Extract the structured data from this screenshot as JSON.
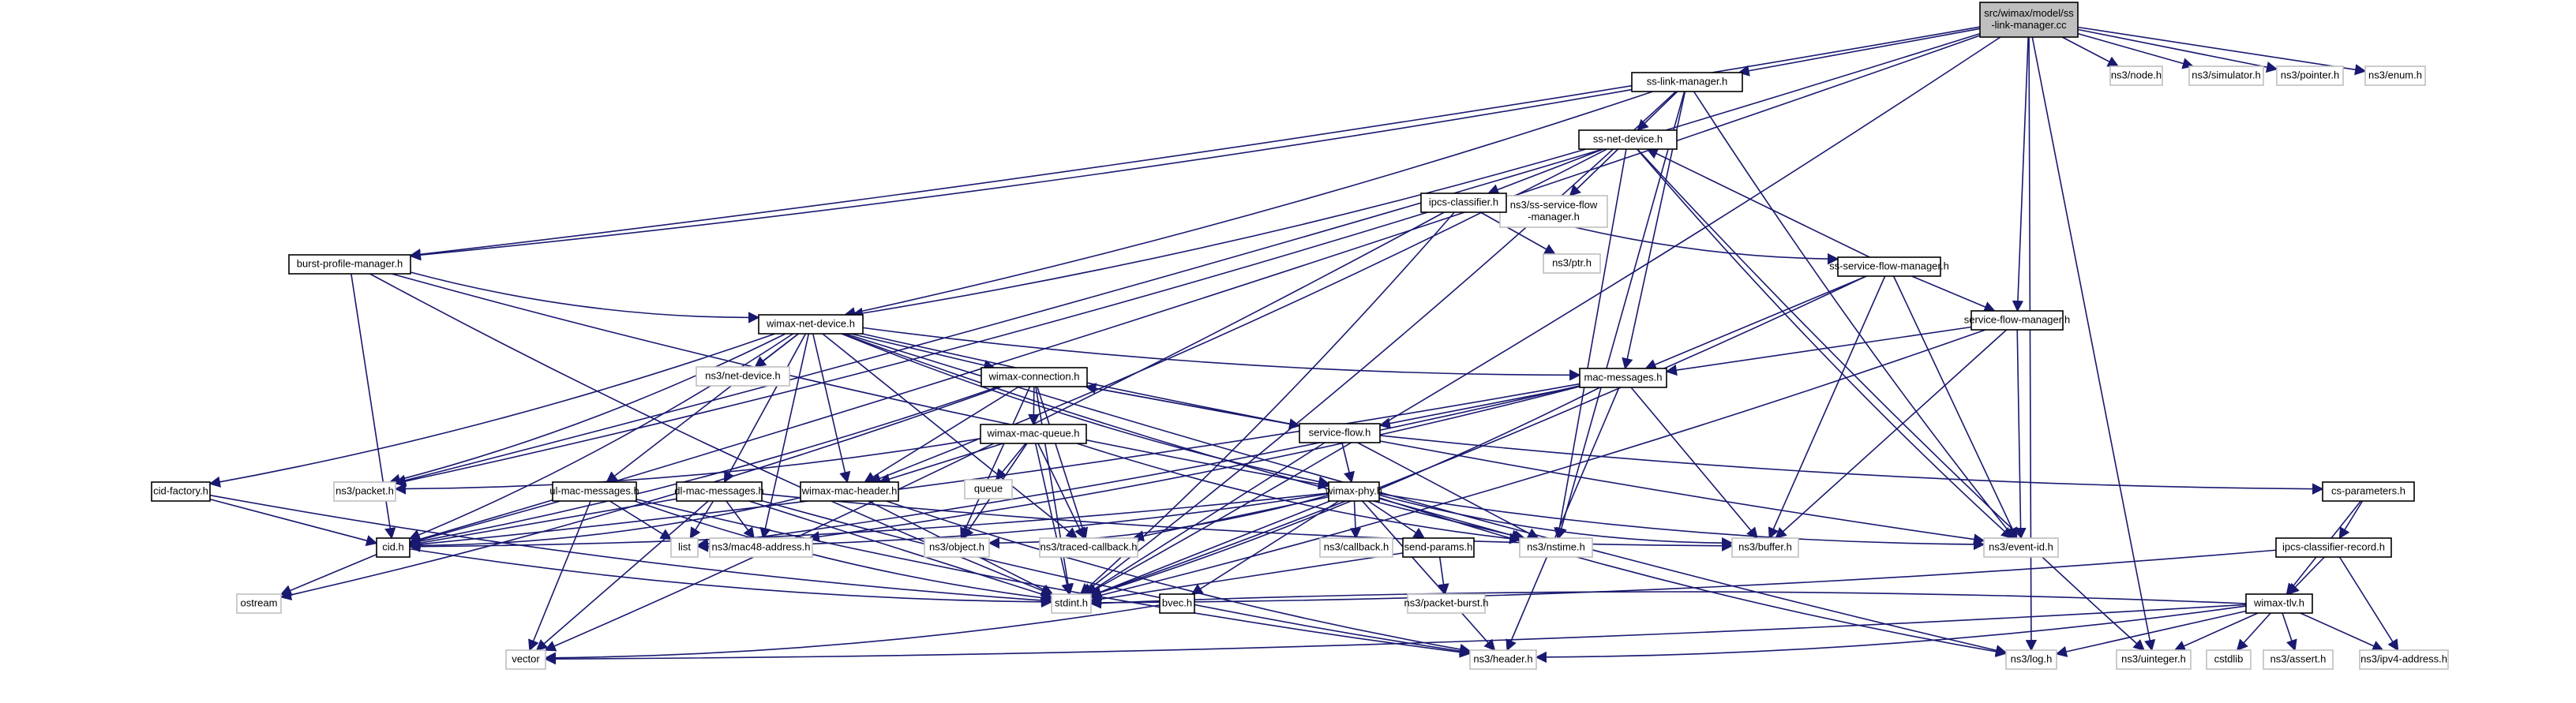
{
  "diagram": {
    "title": "Include dependency graph for ss-link-manager.cc",
    "colors": {
      "edge": "#191970",
      "root_fill": "#bfbfbf",
      "local_border": "#000000",
      "external_border": "#bfbfbf"
    },
    "nodes": [
      {
        "id": "root",
        "label": [
          "src/wimax/model/ss",
          "-link-manager.cc"
        ],
        "kind": "root"
      },
      {
        "id": "ss-link-manager",
        "label": [
          "ss-link-manager.h"
        ],
        "kind": "local"
      },
      {
        "id": "node",
        "label": [
          "ns3/node.h"
        ],
        "kind": "external"
      },
      {
        "id": "simulator",
        "label": [
          "ns3/simulator.h"
        ],
        "kind": "external"
      },
      {
        "id": "pointer",
        "label": [
          "ns3/pointer.h"
        ],
        "kind": "external"
      },
      {
        "id": "enum",
        "label": [
          "ns3/enum.h"
        ],
        "kind": "external"
      },
      {
        "id": "ss-net-device",
        "label": [
          "ss-net-device.h"
        ],
        "kind": "local"
      },
      {
        "id": "ns3-ssfm",
        "label": [
          "ns3/ss-service-flow",
          "-manager.h"
        ],
        "kind": "external"
      },
      {
        "id": "ipcs-classifier",
        "label": [
          "ipcs-classifier.h"
        ],
        "kind": "local"
      },
      {
        "id": "ptr",
        "label": [
          "ns3/ptr.h"
        ],
        "kind": "external"
      },
      {
        "id": "ss-service-flow-manager",
        "label": [
          "ss-service-flow-manager.h"
        ],
        "kind": "local"
      },
      {
        "id": "burst-profile-manager",
        "label": [
          "burst-profile-manager.h"
        ],
        "kind": "local"
      },
      {
        "id": "service-flow-manager",
        "label": [
          "service-flow-manager.h"
        ],
        "kind": "local"
      },
      {
        "id": "wimax-net-device",
        "label": [
          "wimax-net-device.h"
        ],
        "kind": "local"
      },
      {
        "id": "net-device",
        "label": [
          "ns3/net-device.h"
        ],
        "kind": "external"
      },
      {
        "id": "mac-messages",
        "label": [
          "mac-messages.h"
        ],
        "kind": "local"
      },
      {
        "id": "wimax-connection",
        "label": [
          "wimax-connection.h"
        ],
        "kind": "local"
      },
      {
        "id": "service-flow",
        "label": [
          "service-flow.h"
        ],
        "kind": "local"
      },
      {
        "id": "wimax-mac-queue",
        "label": [
          "wimax-mac-queue.h"
        ],
        "kind": "local"
      },
      {
        "id": "queue",
        "label": [
          "queue"
        ],
        "kind": "external"
      },
      {
        "id": "cid-factory",
        "label": [
          "cid-factory.h"
        ],
        "kind": "local"
      },
      {
        "id": "packet",
        "label": [
          "ns3/packet.h"
        ],
        "kind": "external"
      },
      {
        "id": "ul-mac-messages",
        "label": [
          "ul-mac-messages.h"
        ],
        "kind": "local"
      },
      {
        "id": "dl-mac-messages",
        "label": [
          "dl-mac-messages.h"
        ],
        "kind": "local"
      },
      {
        "id": "wimax-mac-header",
        "label": [
          "wimax-mac-header.h"
        ],
        "kind": "local"
      },
      {
        "id": "wimax-phy",
        "label": [
          "wimax-phy.h"
        ],
        "kind": "local"
      },
      {
        "id": "cs-parameters",
        "label": [
          "cs-parameters.h"
        ],
        "kind": "local"
      },
      {
        "id": "cid",
        "label": [
          "cid.h"
        ],
        "kind": "local"
      },
      {
        "id": "list",
        "label": [
          "list"
        ],
        "kind": "external"
      },
      {
        "id": "mac48",
        "label": [
          "ns3/mac48-address.h"
        ],
        "kind": "external"
      },
      {
        "id": "object",
        "label": [
          "ns3/object.h"
        ],
        "kind": "external"
      },
      {
        "id": "traced-callback",
        "label": [
          "ns3/traced-callback.h"
        ],
        "kind": "external"
      },
      {
        "id": "callback",
        "label": [
          "ns3/callback.h"
        ],
        "kind": "external"
      },
      {
        "id": "send-params",
        "label": [
          "send-params.h"
        ],
        "kind": "local"
      },
      {
        "id": "nstime",
        "label": [
          "ns3/nstime.h"
        ],
        "kind": "external"
      },
      {
        "id": "buffer",
        "label": [
          "ns3/buffer.h"
        ],
        "kind": "external"
      },
      {
        "id": "event-id",
        "label": [
          "ns3/event-id.h"
        ],
        "kind": "external"
      },
      {
        "id": "ipcs-classifier-record",
        "label": [
          "ipcs-classifier-record.h"
        ],
        "kind": "local"
      },
      {
        "id": "ostream",
        "label": [
          "ostream"
        ],
        "kind": "external"
      },
      {
        "id": "stdint",
        "label": [
          "stdint.h"
        ],
        "kind": "external"
      },
      {
        "id": "bvec",
        "label": [
          "bvec.h"
        ],
        "kind": "local"
      },
      {
        "id": "packet-burst",
        "label": [
          "ns3/packet-burst.h"
        ],
        "kind": "external"
      },
      {
        "id": "wimax-tlv",
        "label": [
          "wimax-tlv.h"
        ],
        "kind": "local"
      },
      {
        "id": "vector",
        "label": [
          "vector"
        ],
        "kind": "external"
      },
      {
        "id": "header",
        "label": [
          "ns3/header.h"
        ],
        "kind": "external"
      },
      {
        "id": "log",
        "label": [
          "ns3/log.h"
        ],
        "kind": "external"
      },
      {
        "id": "uinteger",
        "label": [
          "ns3/uinteger.h"
        ],
        "kind": "external"
      },
      {
        "id": "cstdlib",
        "label": [
          "cstdlib"
        ],
        "kind": "external"
      },
      {
        "id": "assert",
        "label": [
          "ns3/assert.h"
        ],
        "kind": "external"
      },
      {
        "id": "ipv4-address",
        "label": [
          "ns3/ipv4-address.h"
        ],
        "kind": "external"
      }
    ],
    "edges": [
      [
        "root",
        "ss-link-manager"
      ],
      [
        "root",
        "node"
      ],
      [
        "root",
        "simulator"
      ],
      [
        "root",
        "pointer"
      ],
      [
        "root",
        "enum"
      ],
      [
        "root",
        "burst-profile-manager"
      ],
      [
        "root",
        "packet"
      ],
      [
        "root",
        "stdint"
      ],
      [
        "root",
        "service-flow-manager"
      ],
      [
        "root",
        "log"
      ],
      [
        "root",
        "uinteger"
      ],
      [
        "root",
        "cid"
      ],
      [
        "ss-link-manager",
        "ss-net-device"
      ],
      [
        "ss-link-manager",
        "wimax-net-device"
      ],
      [
        "ss-link-manager",
        "mac-messages"
      ],
      [
        "ss-link-manager",
        "nstime"
      ],
      [
        "ss-link-manager",
        "event-id"
      ],
      [
        "ss-link-manager",
        "stdint"
      ],
      [
        "ss-link-manager",
        "burst-profile-manager"
      ],
      [
        "ss-net-device",
        "ns3-ssfm"
      ],
      [
        "ss-net-device",
        "ipcs-classifier"
      ],
      [
        "ss-net-device",
        "wimax-net-device"
      ],
      [
        "ss-net-device",
        "wimax-mac-header"
      ],
      [
        "ss-net-device",
        "nstime"
      ],
      [
        "ss-net-device",
        "event-id"
      ],
      [
        "ss-net-device",
        "uinteger"
      ],
      [
        "ipcs-classifier",
        "ptr"
      ],
      [
        "ipcs-classifier",
        "ss-service-flow-manager"
      ],
      [
        "ipcs-classifier",
        "packet"
      ],
      [
        "ipcs-classifier",
        "stdint"
      ],
      [
        "ipcs-classifier",
        "vector"
      ],
      [
        "ss-service-flow-manager",
        "ss-net-device"
      ],
      [
        "ss-service-flow-manager",
        "service-flow-manager"
      ],
      [
        "ss-service-flow-manager",
        "mac-messages"
      ],
      [
        "ss-service-flow-manager",
        "buffer"
      ],
      [
        "ss-service-flow-manager",
        "event-id"
      ],
      [
        "ss-service-flow-manager",
        "stdint"
      ],
      [
        "burst-profile-manager",
        "wimax-net-device"
      ],
      [
        "burst-profile-manager",
        "cid"
      ],
      [
        "burst-profile-manager",
        "stdint"
      ],
      [
        "burst-profile-manager",
        "wimax-phy"
      ],
      [
        "service-flow-manager",
        "mac-messages"
      ],
      [
        "service-flow-manager",
        "buffer"
      ],
      [
        "service-flow-manager",
        "event-id"
      ],
      [
        "service-flow-manager",
        "stdint"
      ],
      [
        "wimax-net-device",
        "net-device"
      ],
      [
        "wimax-net-device",
        "wimax-connection"
      ],
      [
        "wimax-net-device",
        "mac-messages"
      ],
      [
        "wimax-net-device",
        "wimax-mac-header"
      ],
      [
        "wimax-net-device",
        "cid-factory"
      ],
      [
        "wimax-net-device",
        "packet"
      ],
      [
        "wimax-net-device",
        "ul-mac-messages"
      ],
      [
        "wimax-net-device",
        "dl-mac-messages"
      ],
      [
        "wimax-net-device",
        "cid"
      ],
      [
        "wimax-net-device",
        "mac48"
      ],
      [
        "wimax-net-device",
        "traced-callback"
      ],
      [
        "wimax-net-device",
        "wimax-phy"
      ],
      [
        "wimax-net-device",
        "nstime"
      ],
      [
        "wimax-net-device",
        "event-id"
      ],
      [
        "wimax-net-device",
        "log"
      ],
      [
        "mac-messages",
        "service-flow"
      ],
      [
        "mac-messages",
        "cid"
      ],
      [
        "mac-messages",
        "mac48"
      ],
      [
        "mac-messages",
        "buffer"
      ],
      [
        "mac-messages",
        "stdint"
      ],
      [
        "mac-messages",
        "header"
      ],
      [
        "mac-messages",
        "list"
      ],
      [
        "wimax-connection",
        "wimax-mac-queue"
      ],
      [
        "wimax-connection",
        "service-flow"
      ],
      [
        "wimax-connection",
        "cid"
      ],
      [
        "wimax-connection",
        "wimax-mac-header"
      ],
      [
        "wimax-connection",
        "object"
      ],
      [
        "wimax-connection",
        "traced-callback"
      ],
      [
        "wimax-connection",
        "stdint"
      ],
      [
        "wimax-connection",
        "ostream"
      ],
      [
        "service-flow",
        "wimax-connection"
      ],
      [
        "service-flow",
        "wimax-phy"
      ],
      [
        "service-flow",
        "cs-parameters"
      ],
      [
        "service-flow",
        "stdint"
      ],
      [
        "service-flow",
        "nstime"
      ],
      [
        "wimax-mac-queue",
        "queue"
      ],
      [
        "wimax-mac-queue",
        "wimax-mac-header"
      ],
      [
        "wimax-mac-queue",
        "packet"
      ],
      [
        "wimax-mac-queue",
        "object"
      ],
      [
        "wimax-mac-queue",
        "traced-callback"
      ],
      [
        "wimax-mac-queue",
        "nstime"
      ],
      [
        "wimax-mac-queue",
        "stdint"
      ],
      [
        "cid-factory",
        "cid"
      ],
      [
        "cid-factory",
        "stdint"
      ],
      [
        "ul-mac-messages",
        "cid"
      ],
      [
        "ul-mac-messages",
        "list"
      ],
      [
        "ul-mac-messages",
        "vector"
      ],
      [
        "ul-mac-messages",
        "stdint"
      ],
      [
        "ul-mac-messages",
        "header"
      ],
      [
        "dl-mac-messages",
        "cid"
      ],
      [
        "dl-mac-messages",
        "list"
      ],
      [
        "dl-mac-messages",
        "mac48"
      ],
      [
        "dl-mac-messages",
        "vector"
      ],
      [
        "dl-mac-messages",
        "stdint"
      ],
      [
        "dl-mac-messages",
        "header"
      ],
      [
        "dl-mac-messages",
        "buffer"
      ],
      [
        "wimax-mac-header",
        "cid"
      ],
      [
        "wimax-mac-header",
        "stdint"
      ],
      [
        "wimax-mac-header",
        "header"
      ],
      [
        "wimax-phy",
        "object"
      ],
      [
        "wimax-phy",
        "traced-callback"
      ],
      [
        "wimax-phy",
        "callback"
      ],
      [
        "wimax-phy",
        "send-params"
      ],
      [
        "wimax-phy",
        "nstime"
      ],
      [
        "wimax-phy",
        "bvec"
      ],
      [
        "wimax-phy",
        "stdint"
      ],
      [
        "wimax-phy",
        "log"
      ],
      [
        "wimax-phy",
        "list"
      ],
      [
        "wimax-phy",
        "event-id"
      ],
      [
        "wimax-phy",
        "header"
      ],
      [
        "wimax-phy",
        "buffer"
      ],
      [
        "wimax-phy",
        "cid"
      ],
      [
        "cs-parameters",
        "ipcs-classifier-record"
      ],
      [
        "cs-parameters",
        "wimax-tlv"
      ],
      [
        "ipcs-classifier-record",
        "wimax-tlv"
      ],
      [
        "ipcs-classifier-record",
        "ipv4-address"
      ],
      [
        "ipcs-classifier-record",
        "stdint"
      ],
      [
        "cid",
        "ostream"
      ],
      [
        "cid",
        "stdint"
      ],
      [
        "send-params",
        "stdint"
      ],
      [
        "send-params",
        "packet-burst"
      ],
      [
        "bvec",
        "vector"
      ],
      [
        "wimax-tlv",
        "uinteger"
      ],
      [
        "wimax-tlv",
        "cstdlib"
      ],
      [
        "wimax-tlv",
        "assert"
      ],
      [
        "wimax-tlv",
        "ipv4-address"
      ],
      [
        "wimax-tlv",
        "log"
      ],
      [
        "wimax-tlv",
        "vector"
      ],
      [
        "wimax-tlv",
        "header"
      ],
      [
        "wimax-tlv",
        "stdint"
      ]
    ]
  }
}
